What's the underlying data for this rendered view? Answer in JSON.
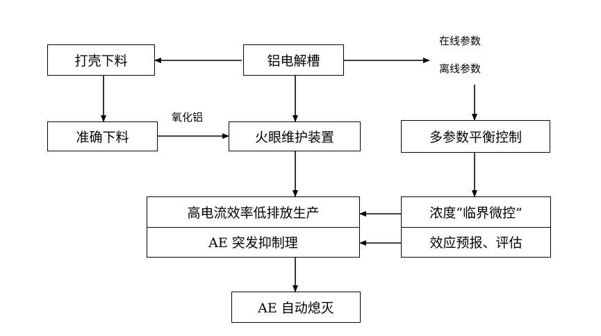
{
  "nodes": {
    "aluminum_cell": "铝电解槽",
    "crust_break_feed": "打壳下料",
    "precise_feed": "准确下料",
    "fire_eye_device": "火眼维护装置",
    "multi_param_control": "多参数平衡控制",
    "high_efficiency": "高电流效率低排放生产",
    "ae_suppression": "AE 突发抑制理",
    "concentration_control": "浓度“临界微控”",
    "effect_forecast": "效应预报、评估",
    "ae_auto_extinguish": "AE 自动熄灭"
  },
  "labels": {
    "online_params": "在线参数",
    "offline_params": "离线参数",
    "alumina": "氧化铝"
  }
}
